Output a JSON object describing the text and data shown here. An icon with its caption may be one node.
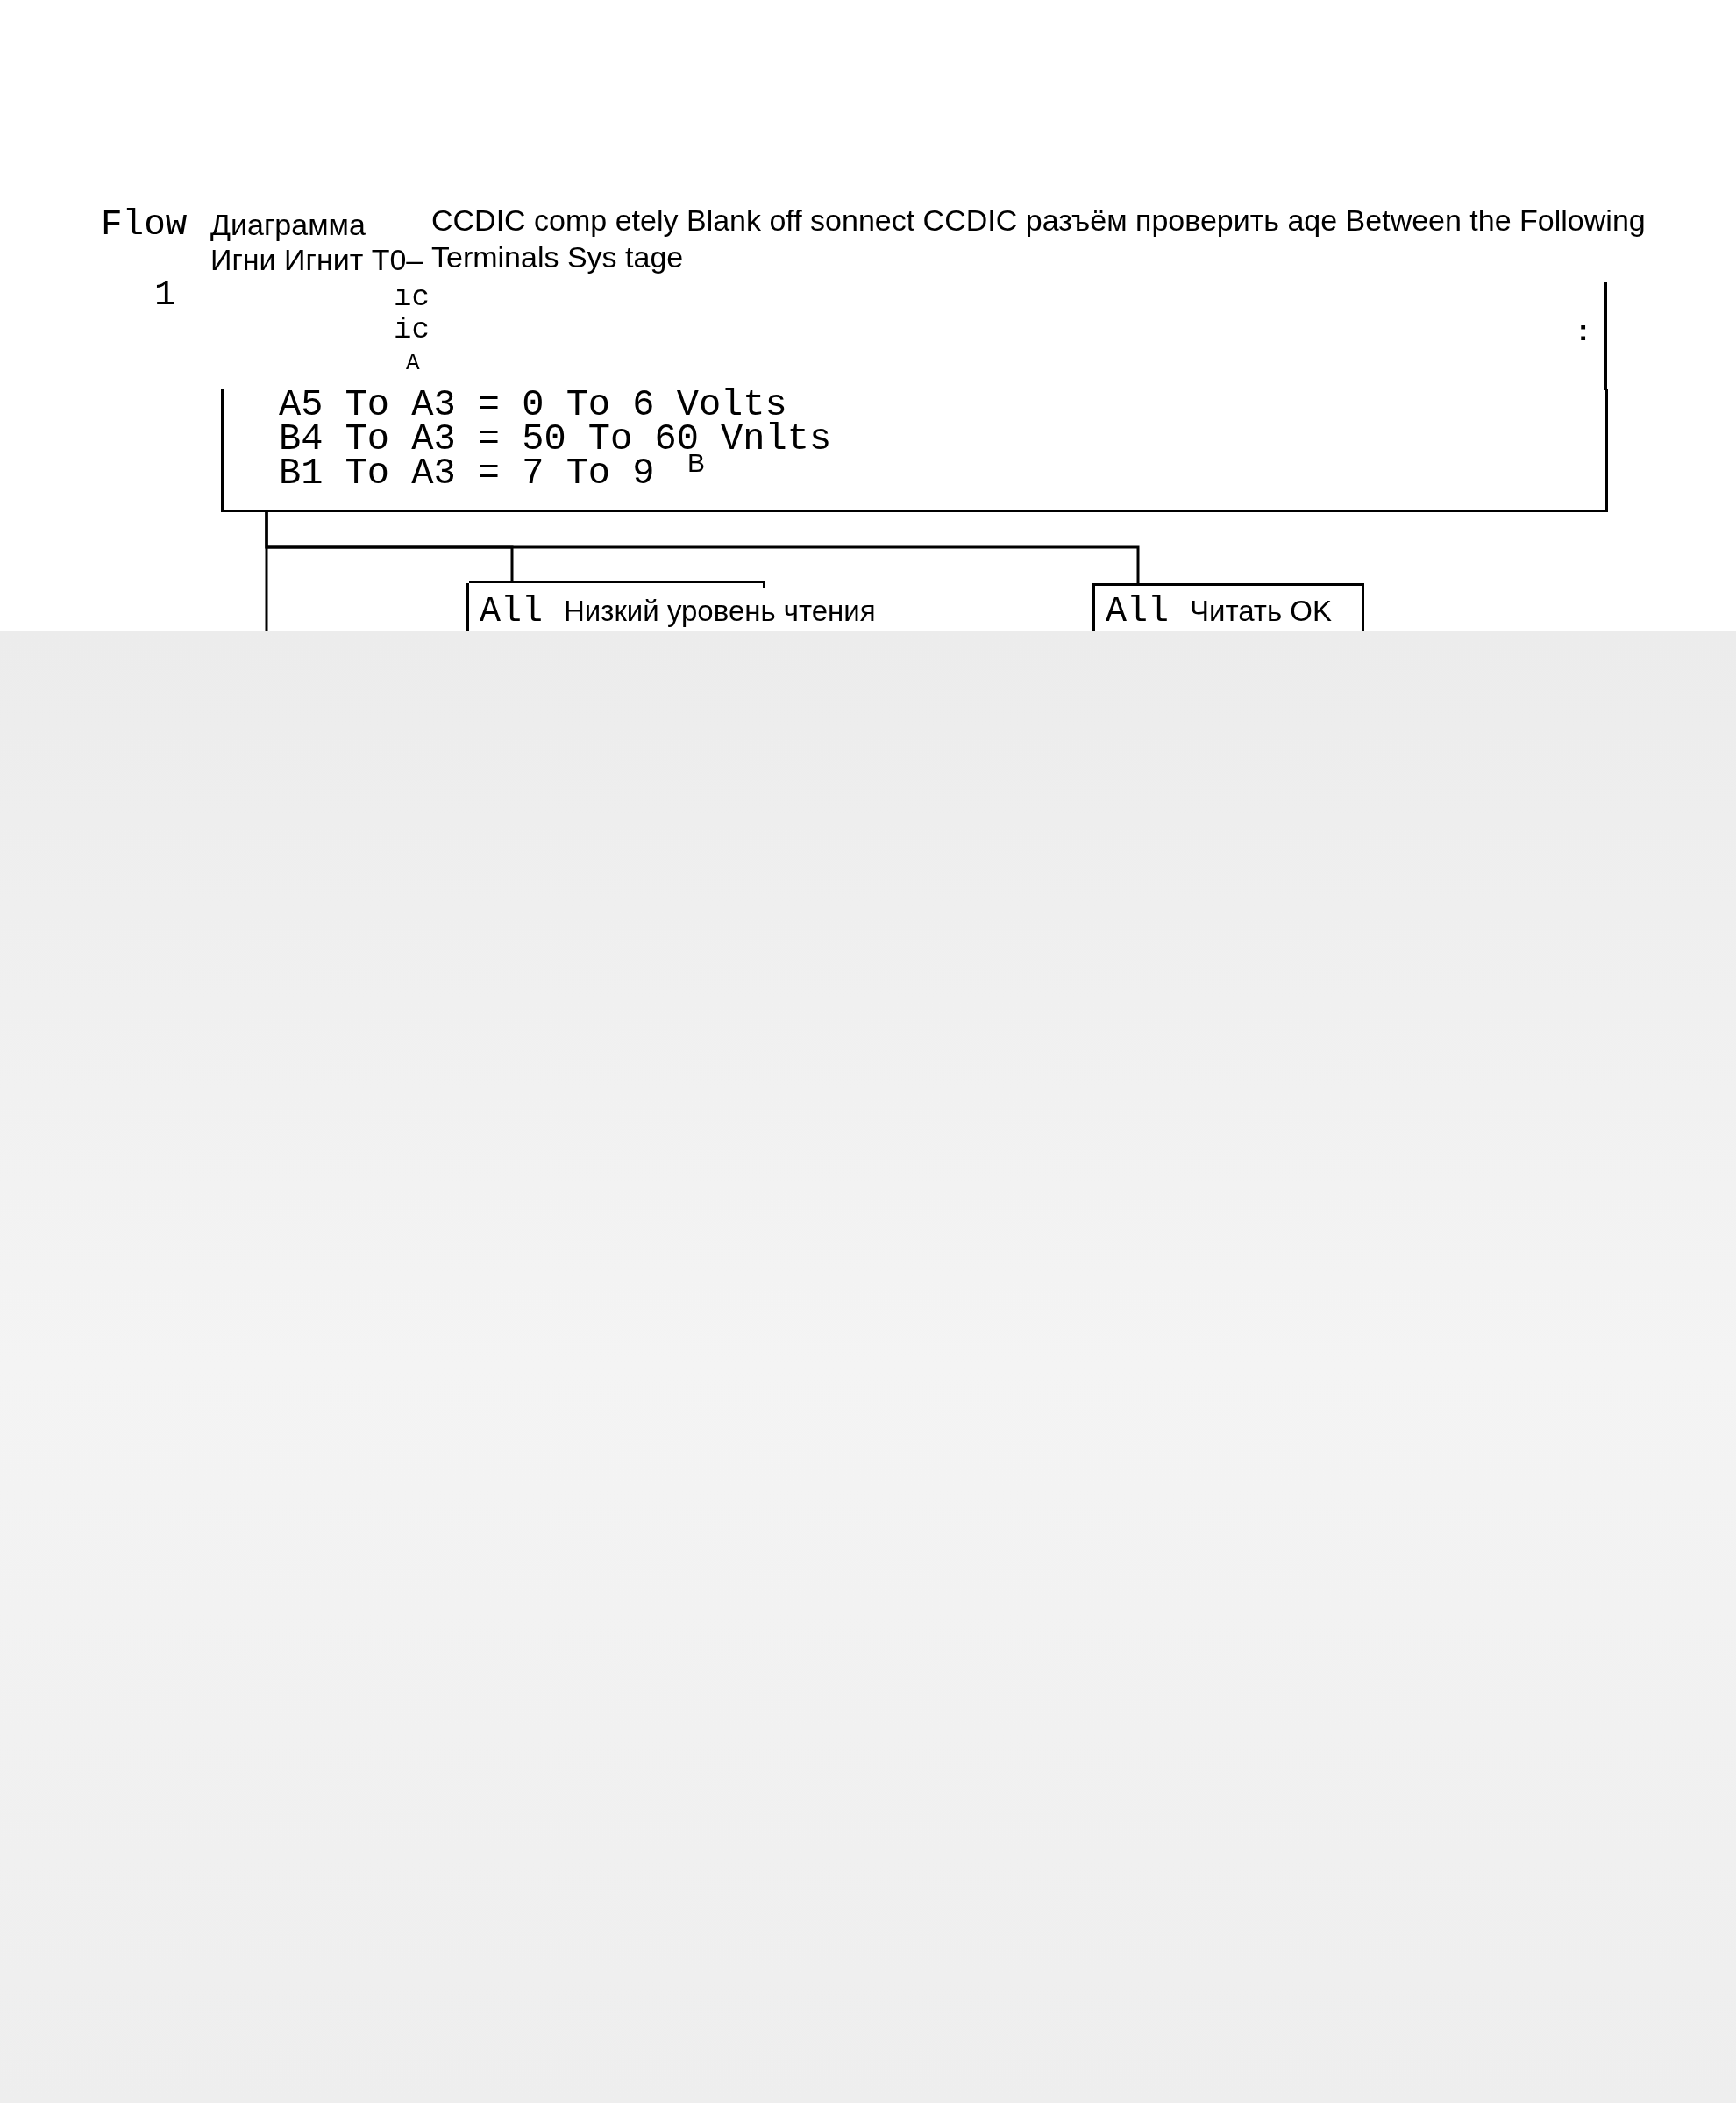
{
  "diagram": {
    "nodes": [
      {
        "text": [
          "A5 To A3 = 0 To 6 Volts",
          "B4 To A3 = 50 To 60 Vnlts",
          "B1 To A3 = 7 To 9",
          "B"
        ]
      },
      {
        "text": [
          "All",
          "Низкий уровень чтения"
        ]
      },
      {
        "text": [
          "All",
          "Читать OK"
        ]
      }
    ],
    "edges": [
      {
        "from": 0,
        "to": 1,
        "arrow": "none"
      },
      {
        "from": 0,
        "to": 2,
        "arrow": "none"
      },
      {
        "from": 0,
        "to": null,
        "arrow": "none"
      }
    ],
    "labels": [
      "Flow",
      "Диаграмма",
      "CCDIC comp etely Blank off sonnect CCDIC разъём проверить aqe Between the Following Terminals Sys tage",
      "Игни Игнит T0–",
      "1",
      "ıc",
      "ic",
      "A",
      ":"
    ]
  }
}
